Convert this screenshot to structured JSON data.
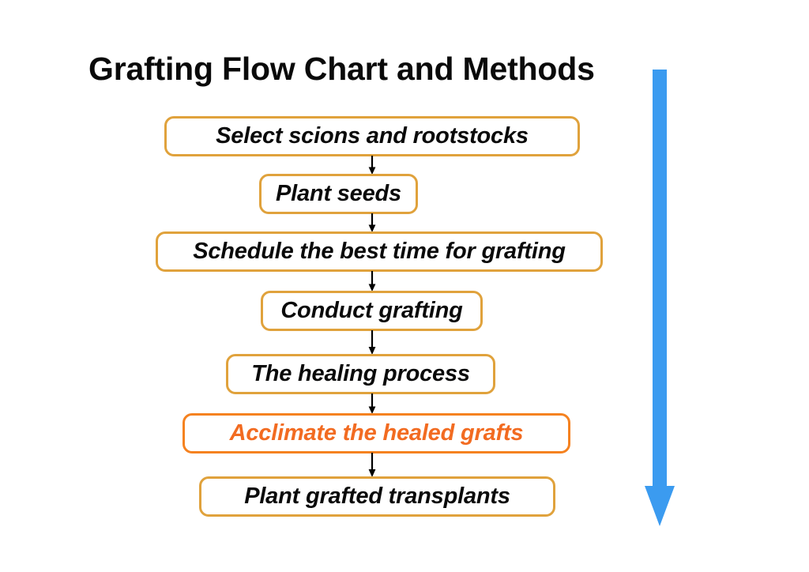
{
  "slide": {
    "title": "Grafting Flow Chart and Methods",
    "background_color": "#ffffff"
  },
  "colors": {
    "title_text": "#0a0a0a",
    "box_border_default": "#E0A23C",
    "box_border_highlight": "#F58220",
    "box_text_default": "#0a0a0a",
    "box_text_highlight": "#F26B21",
    "box_fill": "#ffffff",
    "connector_arrow": "#000000",
    "progress_arrow": "#3B9BF0"
  },
  "flowchart": {
    "type": "vertical-process-flow",
    "orientation": "top-to-bottom",
    "step_count": 7,
    "steps": [
      {
        "index": 1,
        "label": "Select scions and rootstocks",
        "highlighted": false
      },
      {
        "index": 2,
        "label": "Plant seeds",
        "highlighted": false
      },
      {
        "index": 3,
        "label": "Schedule the best time for grafting",
        "highlighted": false
      },
      {
        "index": 4,
        "label": "Conduct grafting",
        "highlighted": false
      },
      {
        "index": 5,
        "label": "The healing process",
        "highlighted": false
      },
      {
        "index": 6,
        "label": "Acclimate the healed grafts",
        "highlighted": true
      },
      {
        "index": 7,
        "label": "Plant grafted transplants",
        "highlighted": false
      }
    ],
    "connectors": [
      {
        "from": 1,
        "to": 2,
        "icon": "down-arrow-icon"
      },
      {
        "from": 2,
        "to": 3,
        "icon": "down-arrow-icon"
      },
      {
        "from": 3,
        "to": 4,
        "icon": "down-arrow-icon"
      },
      {
        "from": 4,
        "to": 5,
        "icon": "down-arrow-icon"
      },
      {
        "from": 5,
        "to": 6,
        "icon": "down-arrow-icon"
      },
      {
        "from": 6,
        "to": 7,
        "icon": "down-arrow-icon"
      }
    ]
  },
  "progress_indicator": {
    "icon": "large-down-arrow-icon",
    "direction": "down",
    "color": "#3B9BF0",
    "label": ""
  }
}
